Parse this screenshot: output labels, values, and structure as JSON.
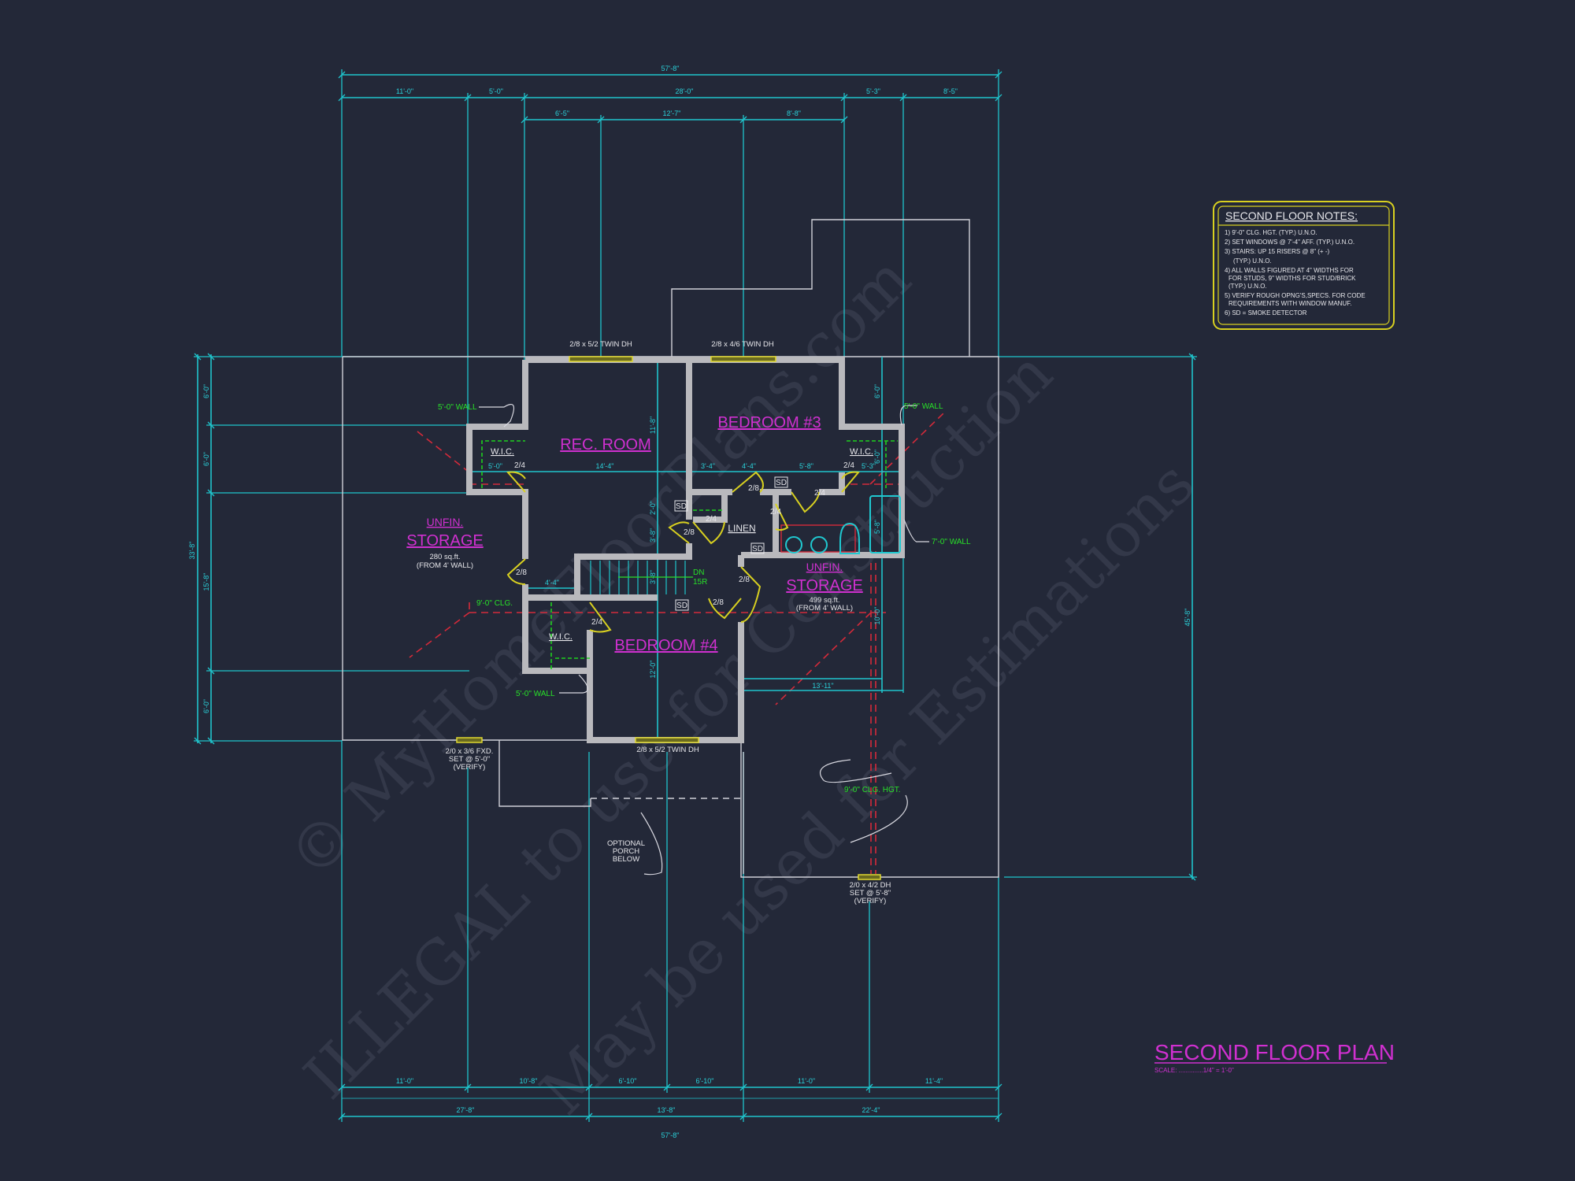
{
  "drawing": {
    "title": "SECOND FLOOR PLAN",
    "scale": "SCALE: ..............1/4\" = 1'-0\""
  },
  "notes": {
    "title": "SECOND FLOOR NOTES:",
    "lines": [
      "1) 9'-0\"  CLG. HGT. (TYP.) U.N.O.",
      "2) SET WINDOWS @ 7'-4\" AFF. (TYP.) U.N.O.",
      "3) STAIRS: UP 15 RISERS @ 8\" (+ -)",
      "(TYP.) U.N.O.",
      "4) ALL WALLS FIGURED AT 4\" WIDTHS FOR",
      "FOR STUDS, 9\" WIDTHS FOR STUD/BRICK",
      "(TYP.) U.N.O.",
      "5) VERIFY ROUGH OPNG'S,SPECS. FOR CODE",
      "REQUIREMENTS WITH WINDOW MANUF.",
      "6) SD = SMOKE DETECTOR"
    ]
  },
  "dimensions": {
    "top": {
      "overall": "57'-8\"",
      "row2": [
        "11'-0\"",
        "5'-0\"",
        "28'-0\"",
        "5'-3\"",
        "8'-5\""
      ],
      "row3": [
        "6'-5\"",
        "12'-7\"",
        "8'-8\""
      ]
    },
    "bottom": {
      "row1": [
        "11'-0\"",
        "10'-8\"",
        "6'-10\"",
        "6'-10\"",
        "11'-0\"",
        "11'-4\""
      ],
      "row2": [
        "27'-8\"",
        "13'-8\"",
        "22'-4\""
      ],
      "overall": "57'-8\""
    },
    "left": {
      "overall": "33'-8\"",
      "segments": [
        "6'-0\"",
        "6'-0\"",
        "15'-8\"",
        "6'-0\""
      ]
    },
    "right": {
      "overall": "45'-8\""
    },
    "interior": {
      "wic_left": "5'-0\"",
      "rec_width": "14'-4\"",
      "hall_a": "3'-4\"",
      "hall_b": "4'-4\"",
      "hall_c": "5'-8\"",
      "wic_right": "5'-3\"",
      "stair_landing": "4'-4\"",
      "storage_width": "13'-11\"",
      "rec_depth": "11'-8\"",
      "hall_depth": "2'-0\"",
      "linen_depth": "3'-8\"",
      "stair_depth": "3'-8\"",
      "bed4_depth": "12'-0\"",
      "right_a": "6'-0\"",
      "right_b": "6'-0\"",
      "tub": "5'-8\"",
      "right_c": "10'-0\""
    }
  },
  "rooms": {
    "rec_room": "REC. ROOM",
    "bedroom3": "BEDROOM #3",
    "bedroom4": "BEDROOM #4",
    "wic": "W.I.C.",
    "linen": "LINEN",
    "storage_left": {
      "l1": "UNFIN.",
      "l2": "STORAGE",
      "area": "280 sq.ft.",
      "note": "(FROM 4' WALL)"
    },
    "storage_right": {
      "l1": "UNFIN.",
      "l2": "STORAGE",
      "area": "499 sq.ft.",
      "note": "(FROM 4' WALL)"
    }
  },
  "annotations": {
    "wall5_a": "5'-0\" WALL",
    "wall5_b": "5'-0\" WALL",
    "wall5_c": "5'-0\" WALL",
    "wall7": "7'-0\" WALL",
    "clg": "9'-0\" CLG.",
    "clg_hgt": "9'-0\" CLG. HGT.",
    "stair_dn": "DN",
    "stair_risers": "15R",
    "porch": [
      "OPTIONAL",
      "PORCH",
      "BELOW"
    ]
  },
  "windows": {
    "rec": "2/8 x 5/2 TWIN DH",
    "bed3": "2/8 x 4/6 TWIN DH",
    "bed4": "2/8 x 5/2 TWIN DH",
    "fixed": [
      "2/0 x 3/6 FXD.",
      "SET @ 5'-0\"",
      "(VERIFY)"
    ],
    "storage": [
      "2/0 x 4/2 DH",
      "SET @ 5'-8\"",
      "(VERIFY)"
    ]
  },
  "doors": [
    "2/4",
    "2/4",
    "2/8",
    "2/4",
    "2/8",
    "2/4",
    "2/4",
    "2/8",
    "2/8",
    "2/8",
    "2/4"
  ],
  "smoke_detector": "SD",
  "watermark": [
    "© MyHomeFloorPlans.com",
    "ILLEGAL to use for Construction",
    "May be used for Estimations"
  ],
  "colors": {
    "background": "#232838",
    "dimension": "#1fc4cc",
    "room_label": "#d030d0",
    "wall_note": "#28e028",
    "window_door": "#d8d020",
    "ridge_line": "#d42a3a",
    "notes_border": "#d8d020"
  }
}
